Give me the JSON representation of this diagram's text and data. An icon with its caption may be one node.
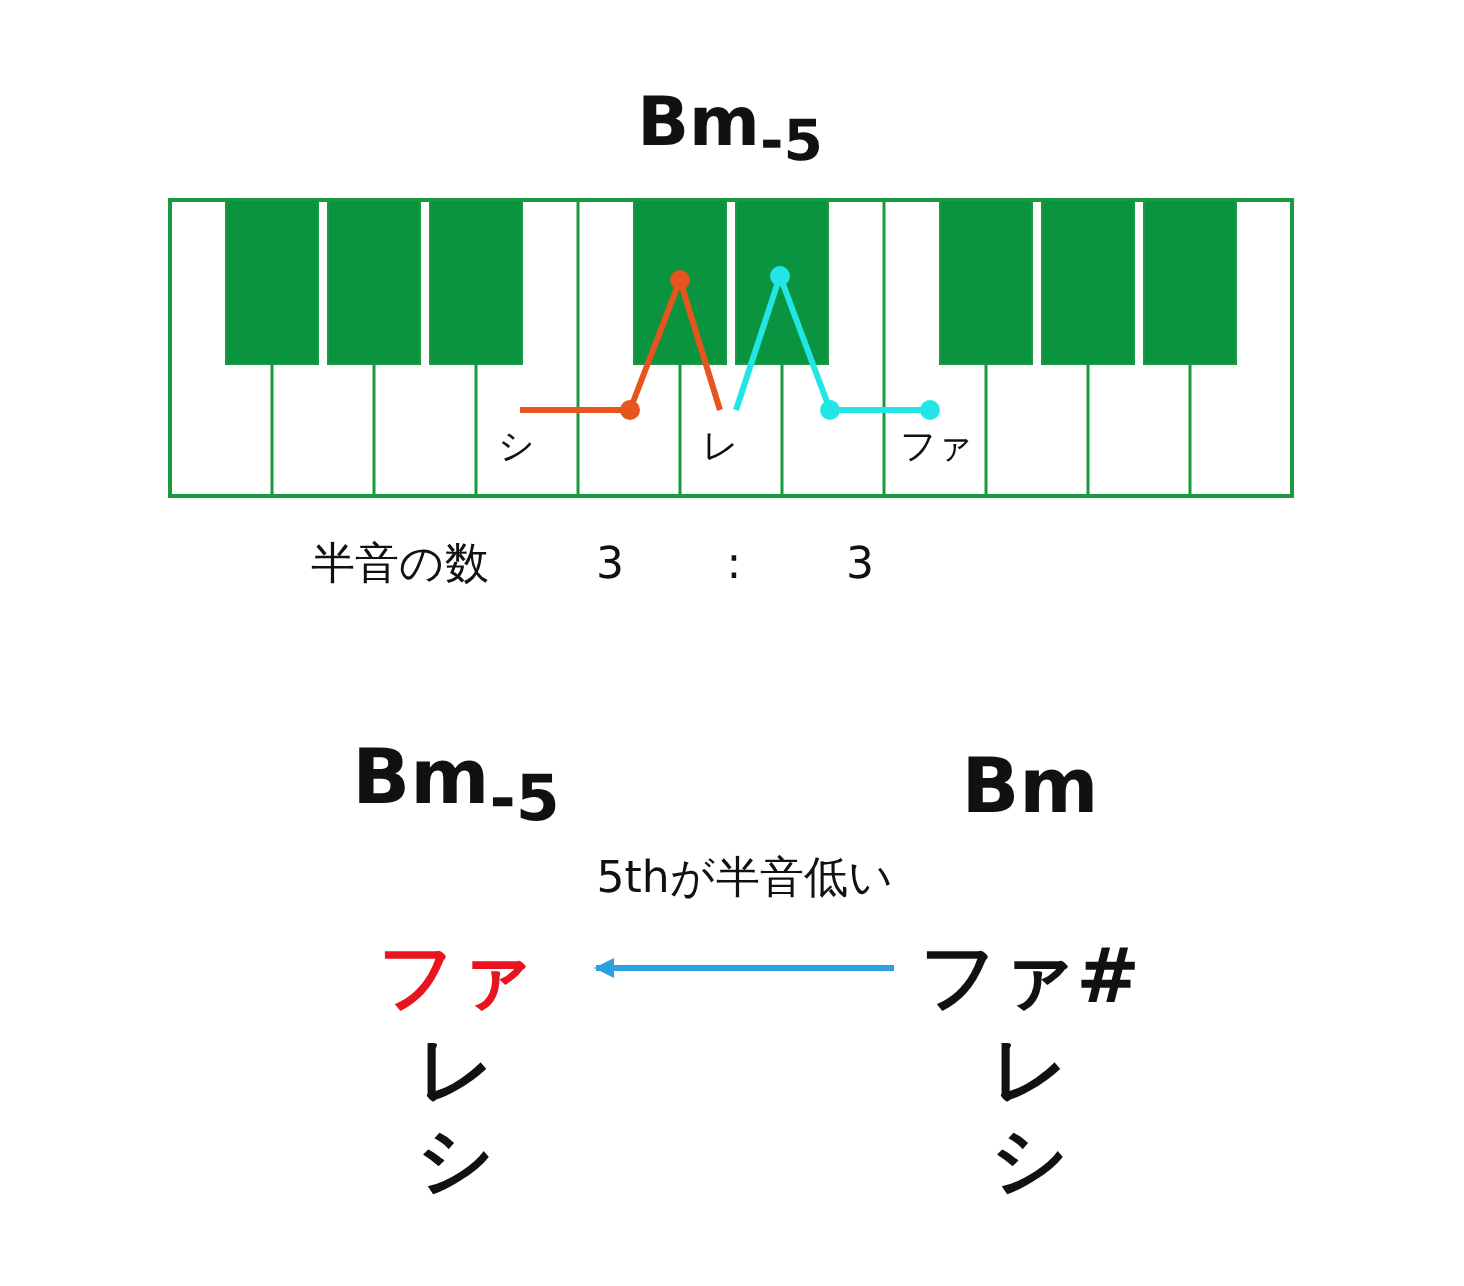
{
  "diagram": {
    "title": "Bm$_{-5}$",
    "nodes": [
      {
        "text": [
          "ファ"
        ]
      },
      {
        "text": [
          "ファ#"
        ]
      }
    ],
    "edges": [
      {
        "from": 1,
        "to": 0,
        "arrow": "to",
        "label": "5thが半音低い"
      }
    ],
    "labels": [
      "シ",
      "レ",
      "ファ",
      "半音の数",
      "3",
      ":",
      "3",
      "Bm$_{-5}$",
      "Bm",
      "レ",
      "シ",
      "レ",
      "シ"
    ]
  }
}
